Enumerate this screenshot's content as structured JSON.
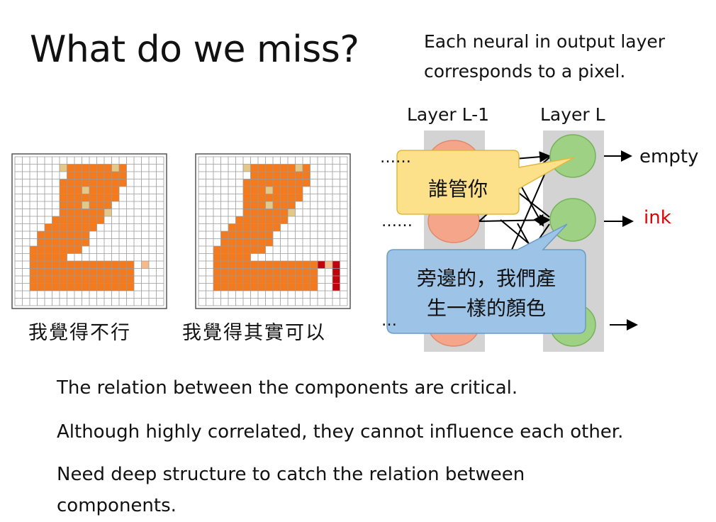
{
  "slide": {
    "title": "What do we miss?",
    "note_lines": [
      "Each neural in output layer",
      "corresponds to a pixel."
    ]
  },
  "network": {
    "layer_prev_label": "Layer L-1",
    "layer_label": "Layer L",
    "dots_top": "……",
    "dots_mid": "……",
    "dots_bottom": "…",
    "outputs": [
      {
        "label": "empty",
        "color": "#111111"
      },
      {
        "label": "ink",
        "color": "#e00000"
      },
      {
        "label": "",
        "color": "#111111"
      }
    ],
    "callout_yellow": "誰管你",
    "callout_blue_lines": [
      "旁邊的，我們產",
      "生一樣的顏色"
    ]
  },
  "images": {
    "left_caption": "我覺得不行",
    "right_caption": "我覺得其實可以"
  },
  "bullets": [
    "The relation between the components are critical.",
    "Although highly correlated, they cannot influence each other.",
    "Need deep structure to catch the relation between",
    "components."
  ],
  "colors": {
    "pixel_orange": "#f47a1e",
    "pixel_tan": "#e3c889",
    "pixel_peach": "#f8b98a",
    "pixel_red": "#c0000a",
    "neuron_orange": "#f4a58a",
    "neuron_green": "#9fd184",
    "column_gray": "#d3d3d3",
    "callout_yellow": "#fde08a",
    "callout_blue": "#9dc3e6"
  }
}
